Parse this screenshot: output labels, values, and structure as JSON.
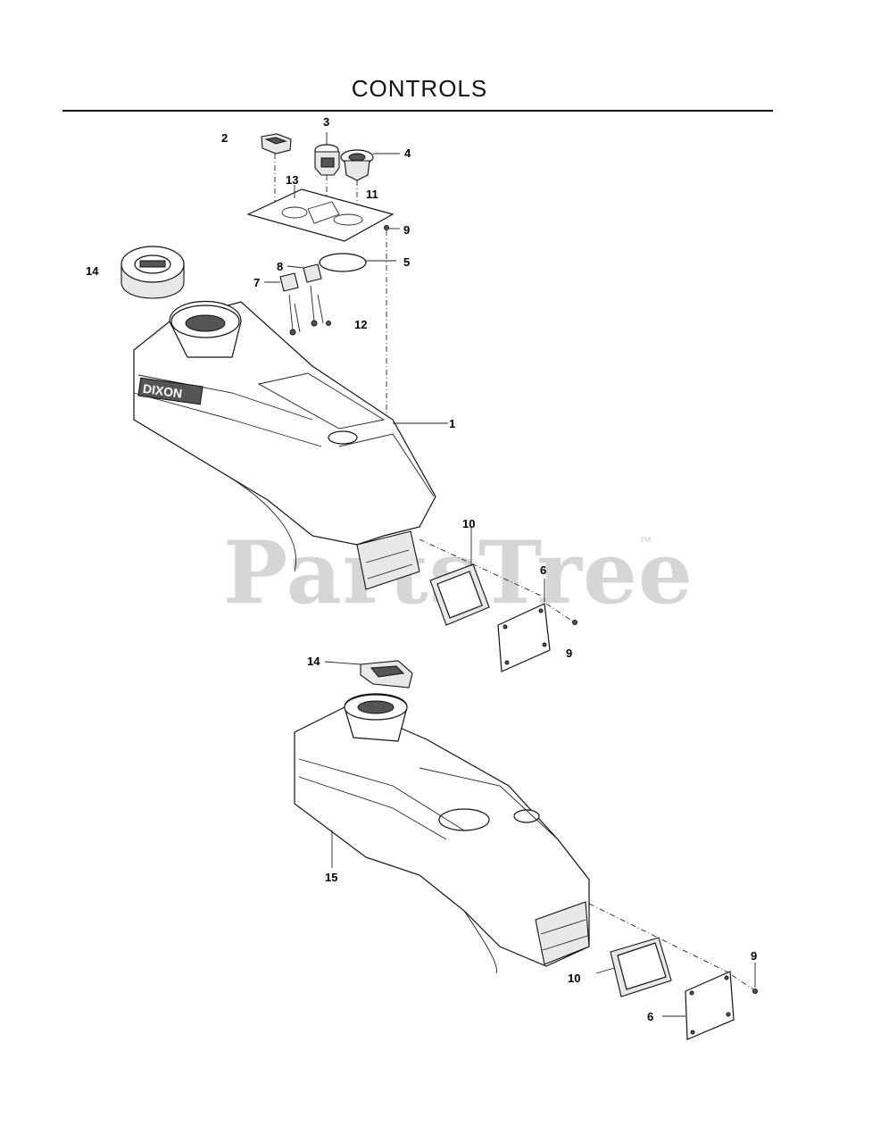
{
  "header": {
    "title": "CONTROLS"
  },
  "watermark": {
    "text": "PartsTree",
    "trademark": "™"
  },
  "callouts": {
    "c2": "2",
    "c3": "3",
    "c4": "4",
    "c13": "13",
    "c11": "11",
    "c9a": "9",
    "c5": "5",
    "c14a": "14",
    "c8": "8",
    "c7": "7",
    "c12": "12",
    "c1": "1",
    "c10a": "10",
    "c6a": "6",
    "c9b": "9",
    "c14b": "14",
    "c15": "15",
    "c10b": "10",
    "c9c": "9",
    "c6b": "6"
  },
  "console_badge": "DIXON"
}
